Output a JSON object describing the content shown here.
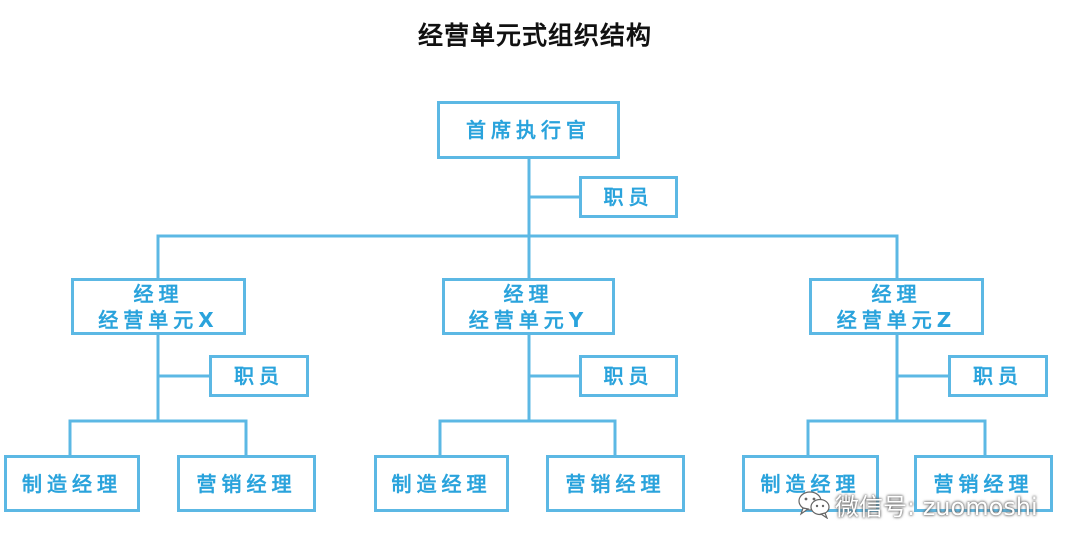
{
  "title": "经营单元式组织结构",
  "ceo": "首席执行官",
  "staff": "职员",
  "units": [
    {
      "line1": "经理",
      "line2": "经营单元X",
      "staff": "职员",
      "mfg": "制造经理",
      "sales": "营销经理"
    },
    {
      "line1": "经理",
      "line2": "经营单元Y",
      "staff": "职员",
      "mfg": "制造经理",
      "sales": "营销经理"
    },
    {
      "line1": "经理",
      "line2": "经营单元Z",
      "staff": "职员",
      "mfg": "制造经理",
      "sales": "营销经理"
    }
  ],
  "watermark": "微信号: zuomoshi",
  "colors": {
    "line": "#5cb8e4",
    "text": "#2aa3dc",
    "title": "#111111"
  }
}
